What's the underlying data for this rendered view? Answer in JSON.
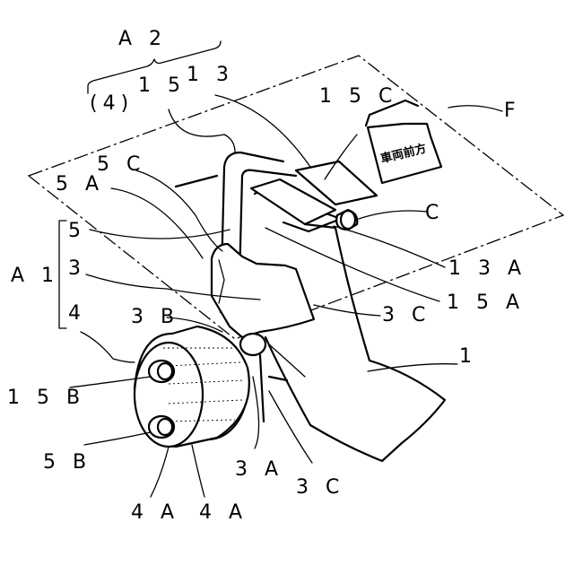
{
  "labels": {
    "A2": "A 2",
    "p4": "(4)",
    "p15": "1 5",
    "p13": "1 3",
    "p15C": "1 5 C",
    "F": "F",
    "p5C": "5 C",
    "p5A": "5 A",
    "arrow_text": "車両前方",
    "C": "C",
    "p5": "5",
    "A1": "A 1",
    "p13A": "1 3 A",
    "p3": "3",
    "p15A": "1 5 A",
    "p3C_top": "3 C",
    "p3B": "3 B",
    "p4_left": "4",
    "p1": "1",
    "p15B": "1 5 B",
    "p5B": "5 B",
    "p3A": "3 A",
    "p3C_bot": "3 C",
    "p4A_left": "4 A",
    "p4A_right": "4 A"
  }
}
